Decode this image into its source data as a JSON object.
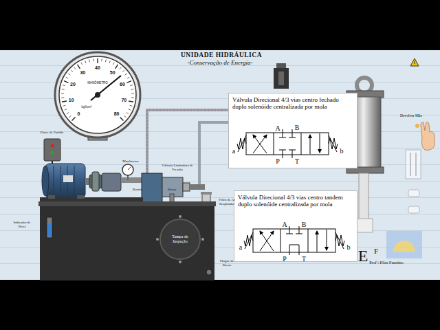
{
  "diagram": {
    "title": "UNIDADE HIDRÁULICA",
    "nodes": [
      {
        "text": [
          "Válvula Direcional 4/3 vias centro fechado duplo solenóide centralizada por mola"
        ]
      },
      {
        "text": [
          "Válvula Direcional 4/3 vias centro tandem duplo solenóide centralizada por mola"
        ]
      },
      {
        "text": [
          "Tampa de Inspeção"
        ]
      }
    ],
    "labels": [
      "-Conservação de Energia-",
      "0",
      "10",
      "20",
      "30",
      "40",
      "50",
      "60",
      "70",
      "80",
      "MANÔMETRO",
      "kgf/cm²",
      "Chave de Partida",
      "Manômetro",
      "Bomba",
      "Válvula Limitadora de Pressão",
      "Dreno",
      "Filtro de Ar Respirador",
      "Indicador de Nível",
      "Plugue de Dreno",
      "a",
      "A",
      "B",
      "P",
      "T",
      "b",
      "a",
      "A",
      "B",
      "P",
      "T",
      "b",
      "Devolver Mão",
      "E",
      "F",
      "Profº: Elias Faustino"
    ]
  }
}
